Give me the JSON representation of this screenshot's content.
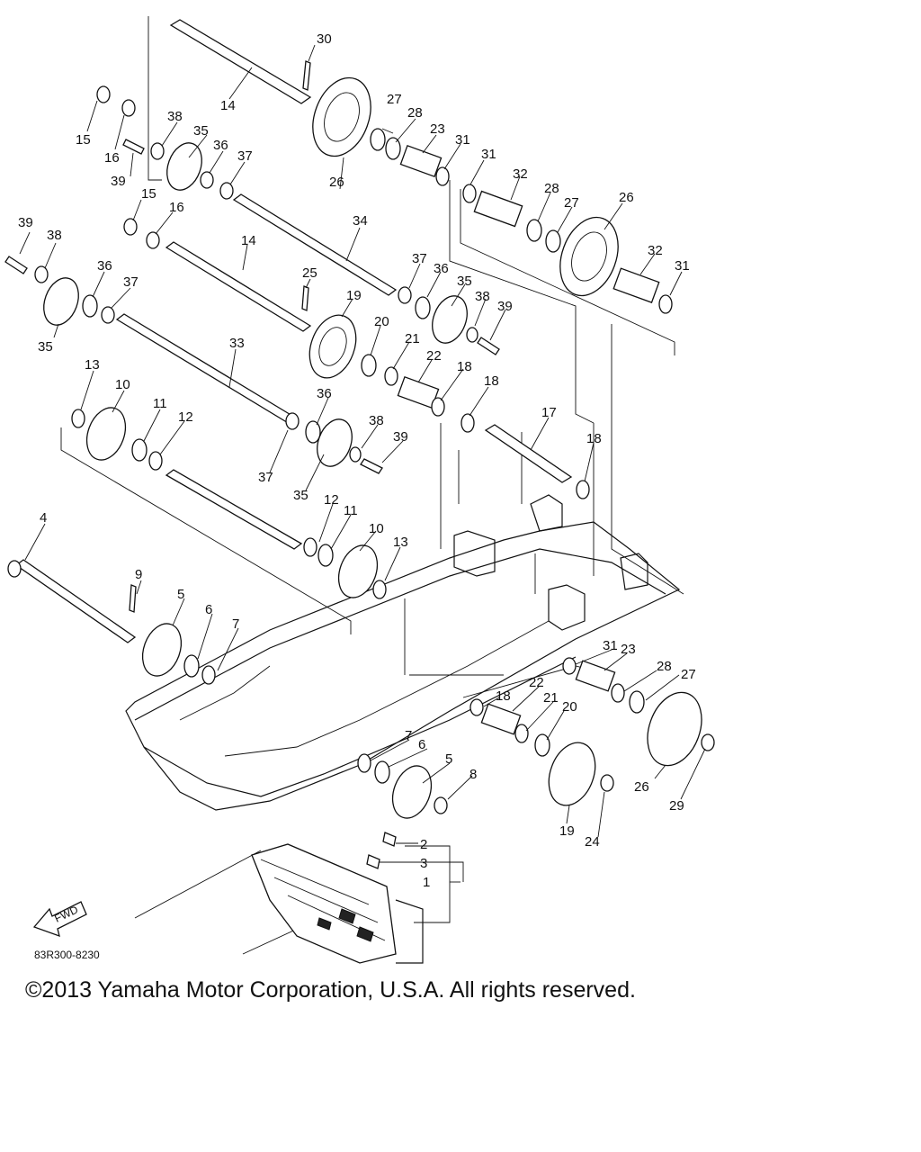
{
  "diagram": {
    "drawing_code": "83R300-8230",
    "direction_label": "FWD",
    "part_numbers": [
      "1",
      "2",
      "3",
      "4",
      "5",
      "6",
      "7",
      "8",
      "9",
      "10",
      "11",
      "12",
      "13",
      "14",
      "15",
      "16",
      "17",
      "18",
      "19",
      "20",
      "21",
      "22",
      "23",
      "24",
      "25",
      "26",
      "27",
      "28",
      "29",
      "30",
      "31",
      "32",
      "33",
      "34",
      "35",
      "36",
      "37",
      "38",
      "39"
    ]
  },
  "footer": {
    "copyright": "©2013 Yamaha Motor Corporation, U.S.A. All rights reserved."
  },
  "colors": {
    "ink": "#111111",
    "background": "#ffffff"
  }
}
